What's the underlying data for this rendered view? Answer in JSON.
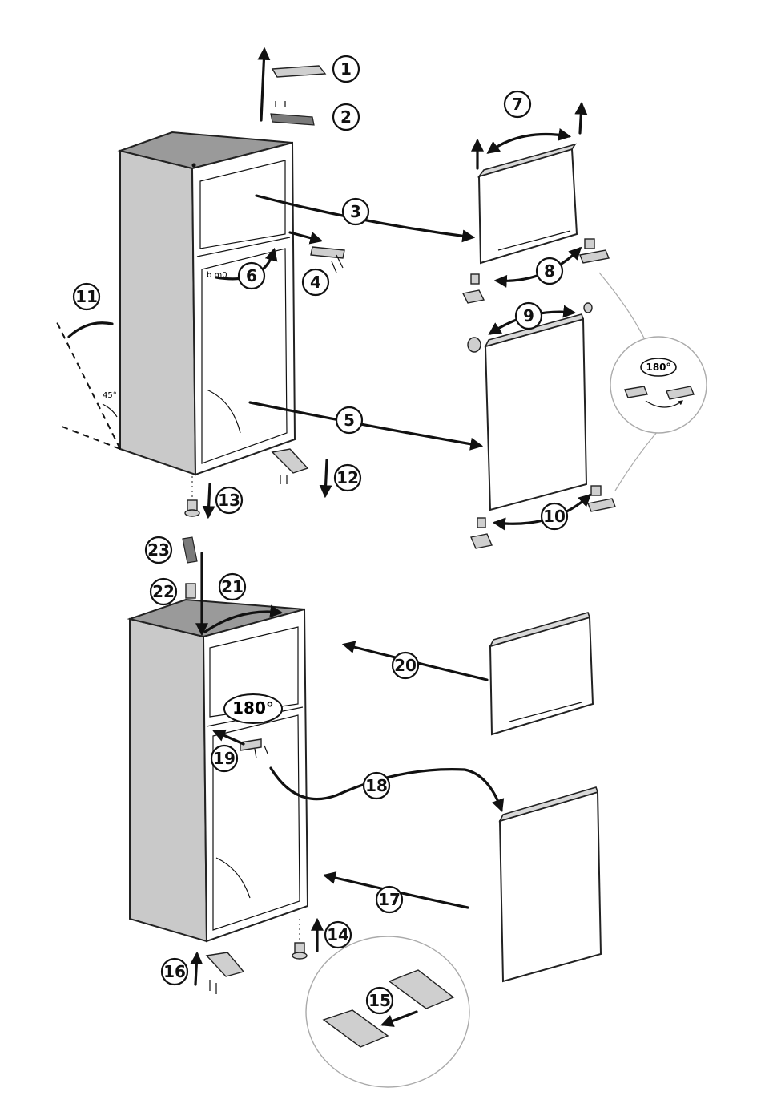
{
  "steps": [
    {
      "id": "step-1",
      "label": "1"
    },
    {
      "id": "step-2",
      "label": "2"
    },
    {
      "id": "step-3",
      "label": "3"
    },
    {
      "id": "step-4",
      "label": "4"
    },
    {
      "id": "step-5",
      "label": "5"
    },
    {
      "id": "step-6",
      "label": "6"
    },
    {
      "id": "step-7",
      "label": "7"
    },
    {
      "id": "step-8",
      "label": "8"
    },
    {
      "id": "step-9",
      "label": "9"
    },
    {
      "id": "step-10",
      "label": "10"
    },
    {
      "id": "step-11",
      "label": "11"
    },
    {
      "id": "step-12",
      "label": "12"
    },
    {
      "id": "step-13",
      "label": "13"
    },
    {
      "id": "step-14",
      "label": "14"
    },
    {
      "id": "step-15",
      "label": "15"
    },
    {
      "id": "step-16",
      "label": "16"
    },
    {
      "id": "step-17",
      "label": "17"
    },
    {
      "id": "step-18",
      "label": "18"
    },
    {
      "id": "step-19",
      "label": "19"
    },
    {
      "id": "step-20",
      "label": "20"
    },
    {
      "id": "step-21",
      "label": "21"
    },
    {
      "id": "step-22",
      "label": "22"
    },
    {
      "id": "step-23",
      "label": "23"
    }
  ],
  "annotations": {
    "angle_label": "45°",
    "rotation_label_top": "180°",
    "rotation_label_bottom": "180°"
  }
}
